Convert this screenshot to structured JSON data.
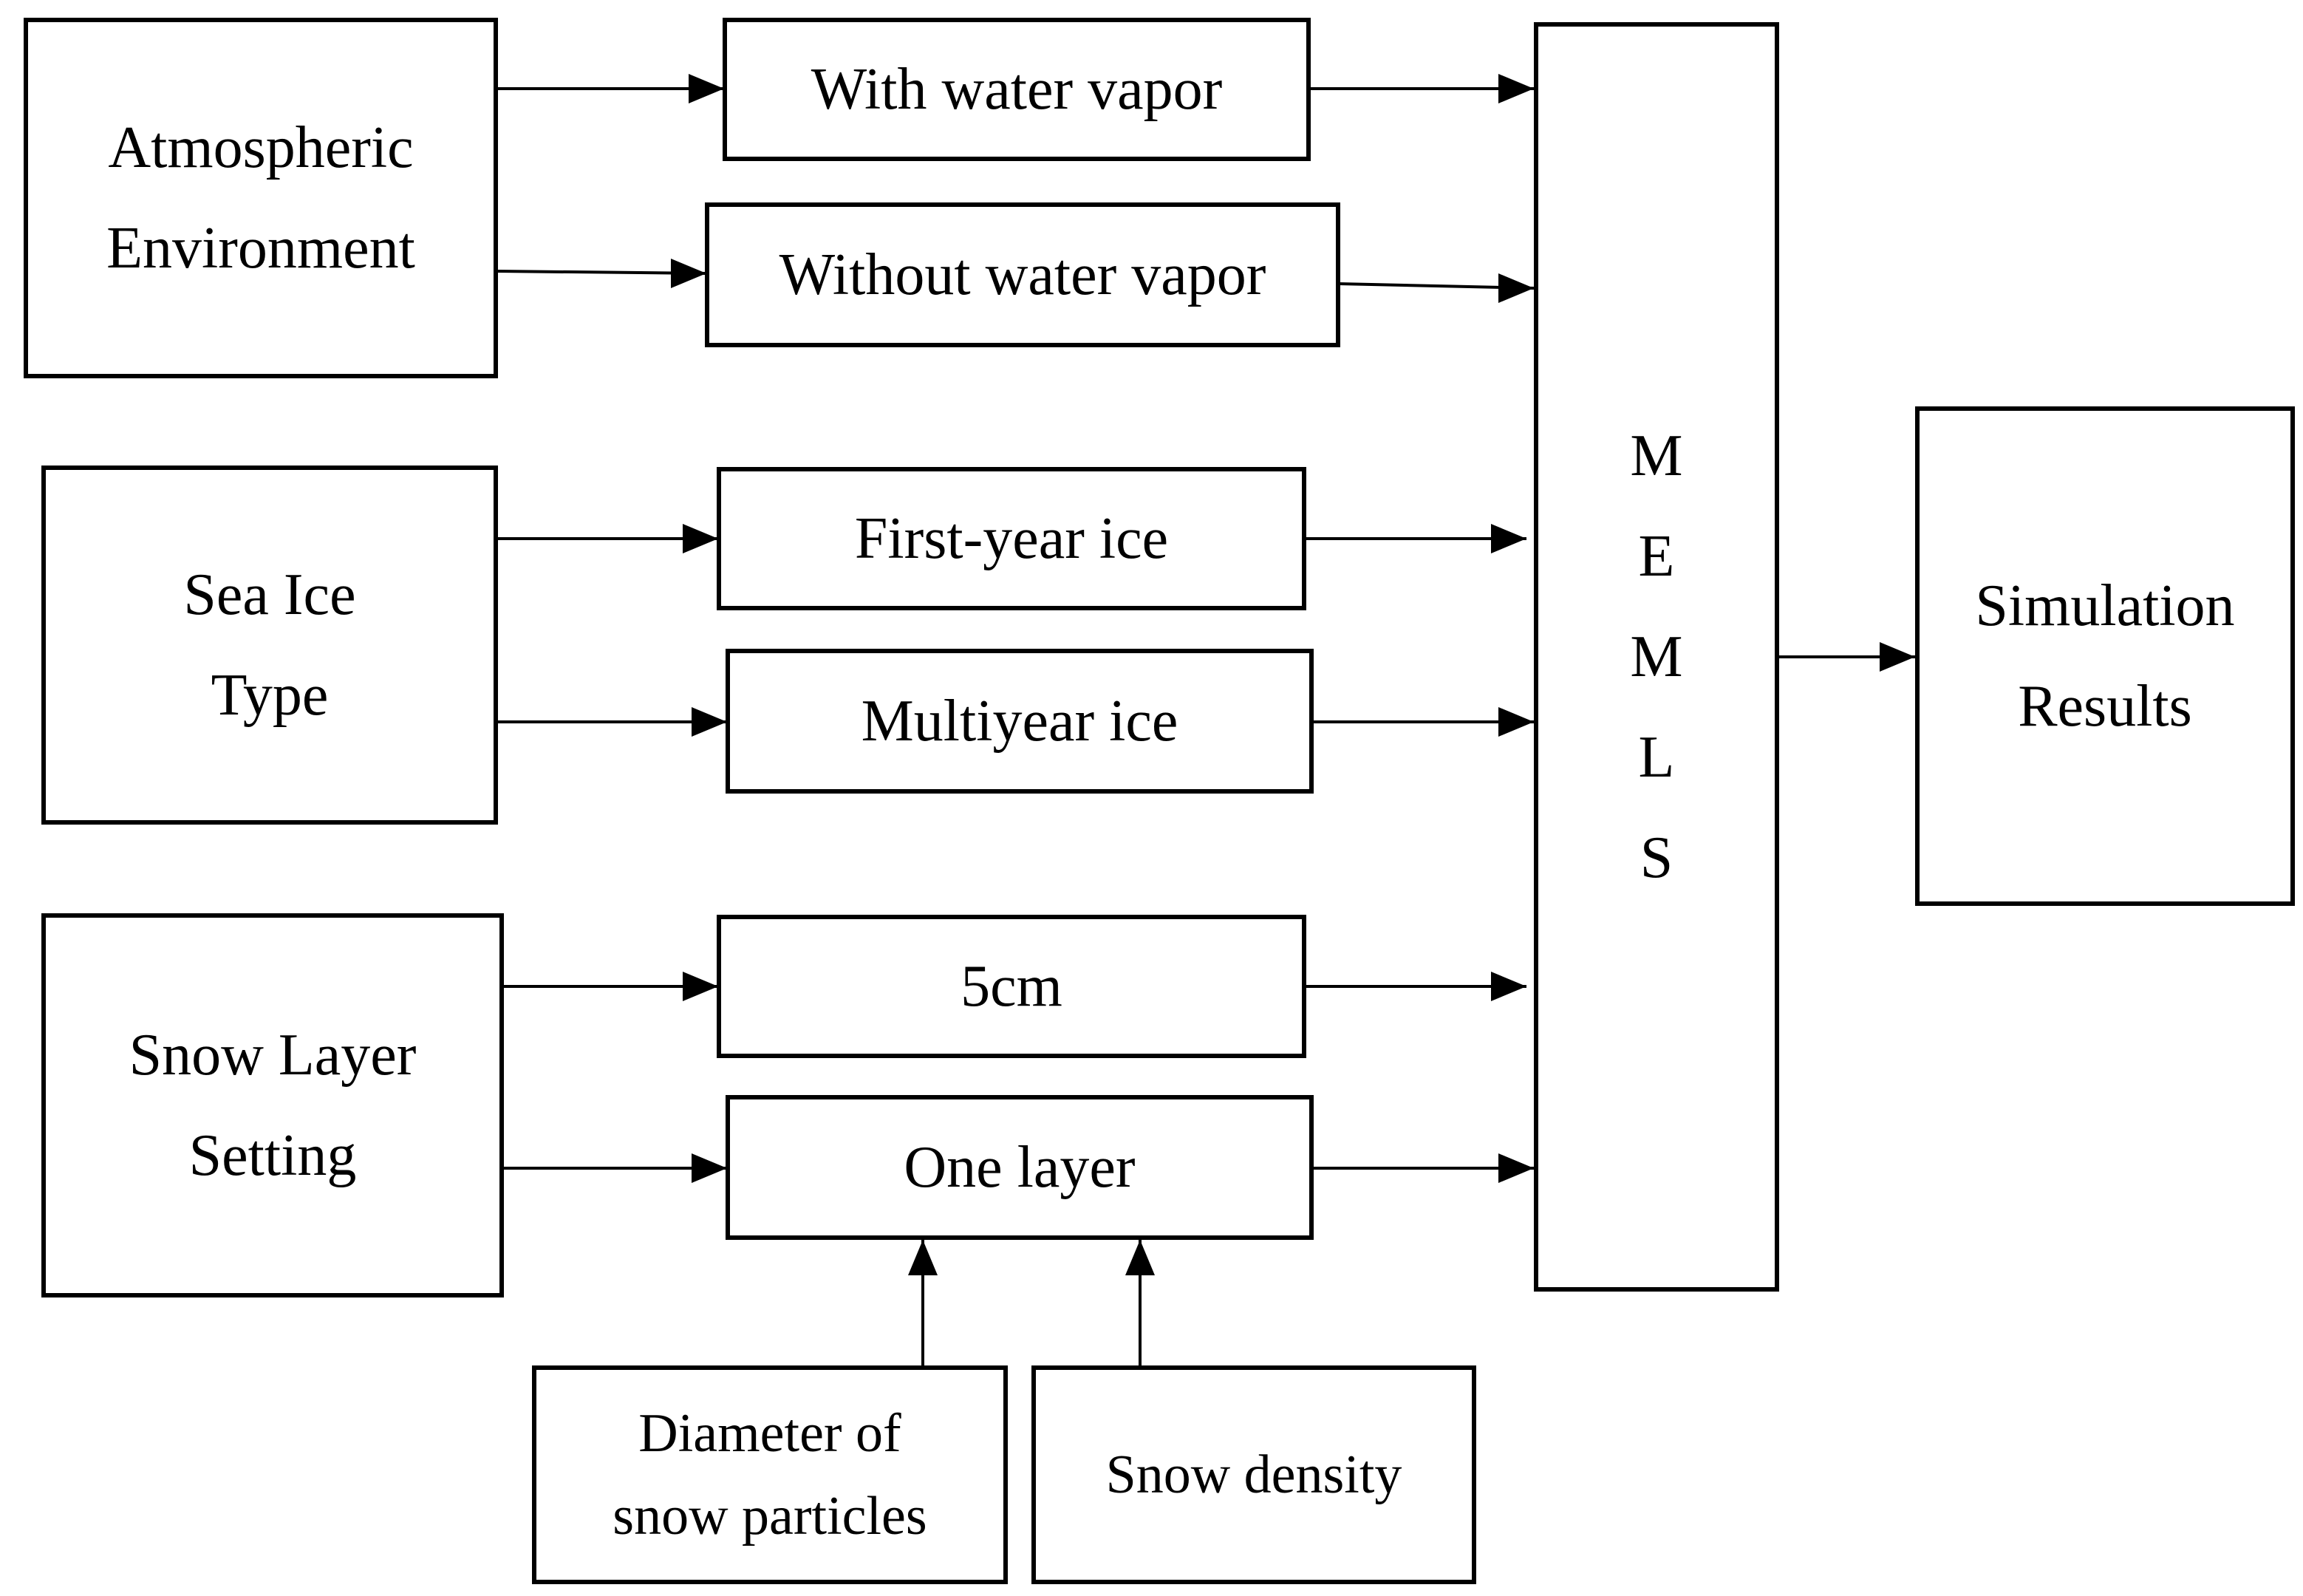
{
  "inputs": {
    "atmospheric": {
      "line1": "Atmospheric",
      "line2": "Environment"
    },
    "sea_ice": {
      "line1": "Sea Ice",
      "line2": "Type"
    },
    "snow_layer": {
      "line1": "Snow Layer",
      "line2": "Setting"
    }
  },
  "options": {
    "with_water_vapor": "With water vapor",
    "without_water_vapor": "Without water vapor",
    "first_year_ice": "First-year ice",
    "multiyear_ice": "Multiyear ice",
    "snow_depth": "5cm",
    "one_layer": "One layer"
  },
  "parameters": {
    "diameter": {
      "line1": "Diameter of",
      "line2": "snow particles"
    },
    "density": "Snow density"
  },
  "model": {
    "letters": [
      "M",
      "E",
      "M",
      "L",
      "S"
    ]
  },
  "output": {
    "line1": "Simulation",
    "line2": "Results"
  }
}
